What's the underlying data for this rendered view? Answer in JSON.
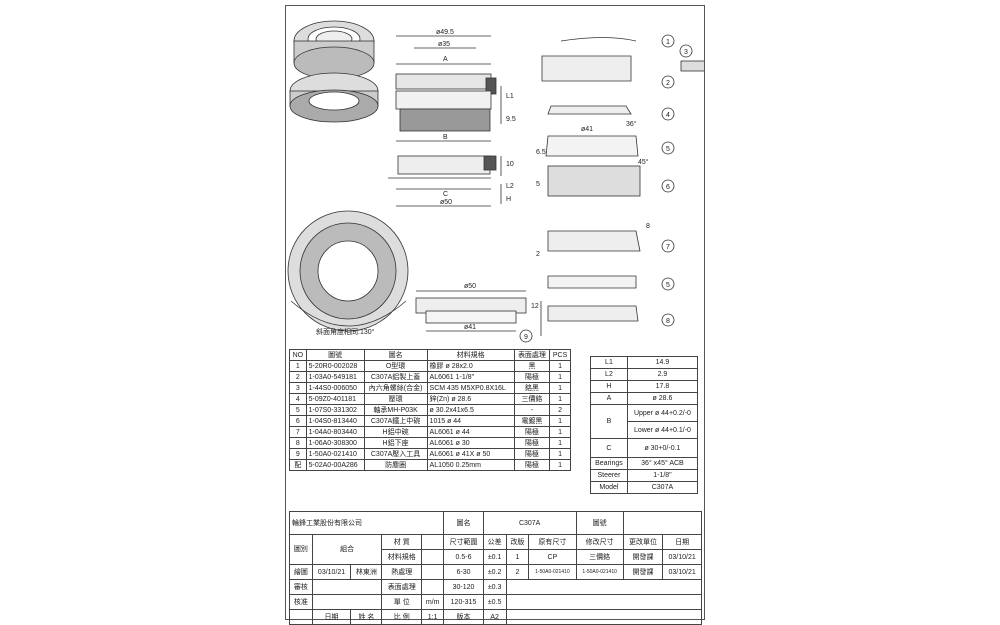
{
  "dims": {
    "d495": "ø49.5",
    "d35": "ø35",
    "A": "A",
    "B": "B",
    "C": "C",
    "d50": "ø50",
    "L1": "L1",
    "d95": "9.5",
    "d10": "10",
    "L2": "L2",
    "H": "H",
    "d41": "ø41",
    "d45deg": "45°",
    "d36deg": "36°",
    "d65": "6.5",
    "d5": "5",
    "d2": "2",
    "d8": "8",
    "d50b": "ø50",
    "d41b": "ø41",
    "d12": "12",
    "angle_note": "斜面角度相同:130°"
  },
  "callouts": [
    "1",
    "3",
    "2",
    "4",
    "5",
    "6",
    "7",
    "5",
    "8",
    "9"
  ],
  "parts_table": {
    "headers": [
      "NO",
      "圖號",
      "圖名",
      "材料規格",
      "表面處理",
      "PCS"
    ],
    "rows": [
      [
        "1",
        "5-20R0-002028",
        "O型環",
        "橡膠 ø 28x2.0",
        "黑",
        "1"
      ],
      [
        "2",
        "1-03A0-549181",
        "C307A鋁製上蓋",
        "AL6061 1-1/8\"",
        "陽極",
        "1"
      ],
      [
        "3",
        "1-44S0-006050",
        "內六角螺絲(合金)",
        "SCM 435 M5XP0.8X16L",
        "鉻黑",
        "1"
      ],
      [
        "4",
        "5-09Z0-401181",
        "壓環",
        "鋅(Zn) ø 28.6",
        "三價鉻",
        "1"
      ],
      [
        "5",
        "1-07S0-331302",
        "軸承MH-P03K",
        "ø 30.2x41x6.5",
        "-",
        "2"
      ],
      [
        "6",
        "1-04S0-813440",
        "C307A鐵上中碗",
        "1015 ø 44",
        "電鍍黑",
        "1"
      ],
      [
        "7",
        "1-04A0-803440",
        "H鋁中碗",
        "AL6061 ø 44",
        "陽極",
        "1"
      ],
      [
        "8",
        "1-06A0-308300",
        "H鋁下座",
        "AL6061 ø 30",
        "陽極",
        "1"
      ],
      [
        "9",
        "1-50A0-021410",
        "C307A壓入工具",
        "AL6061 ø 41X ø 50",
        "陽極",
        "1"
      ],
      [
        "配",
        "5-02A0-00A286",
        "防塵圈",
        "AL1050 0.25mm",
        "陽極",
        "1"
      ]
    ]
  },
  "specs": {
    "L1": [
      "L1",
      "14.9"
    ],
    "L2": [
      "L2",
      "2.9"
    ],
    "H": [
      "H",
      "17.8"
    ],
    "A": [
      "A",
      "ø 28.6"
    ],
    "B_label": "B",
    "B_upper": "Upper ø 44+0.2/-0",
    "B_lower": "Lower ø 44+0.1/-0",
    "C_label": "C",
    "C_value": "ø 30+0/-0.1",
    "bearings": [
      "Bearings",
      "36° x45° ACB"
    ],
    "steerer": [
      "Steerer",
      "1-1/8\""
    ],
    "model": [
      "Model",
      "C307A"
    ]
  },
  "title_block": {
    "company": "輪鋒工業股份有限公司",
    "name_label": "圖名",
    "name_value": "C307A",
    "drawing_no_label": "圖號",
    "row1": [
      "圖別",
      "組合",
      "材 質",
      "",
      "尺寸範圍",
      "公差",
      "改版",
      "原有尺寸",
      "修改尺寸",
      "更改單位",
      "日期"
    ],
    "row2": [
      "材料規格",
      "0.5-6",
      "±0.1",
      "1",
      "CP",
      "三價鉻",
      "開發課",
      "03/10/21"
    ],
    "row3": [
      "繪圖",
      "03/10/21",
      "林東洲",
      "熱處理",
      "6-30",
      "±0.2",
      "2",
      "1-50A0-021410",
      "1-50A0-021410",
      "開發課",
      "03/10/21"
    ],
    "row4": [
      "審核",
      "表面處理",
      "30-120",
      "±0.3"
    ],
    "row5": [
      "核准",
      "單 位",
      "m/m",
      "120-315",
      "±0.5"
    ],
    "row6": [
      "日期",
      "姓 名",
      "比 例",
      "1:1",
      "版本",
      "A2"
    ]
  }
}
